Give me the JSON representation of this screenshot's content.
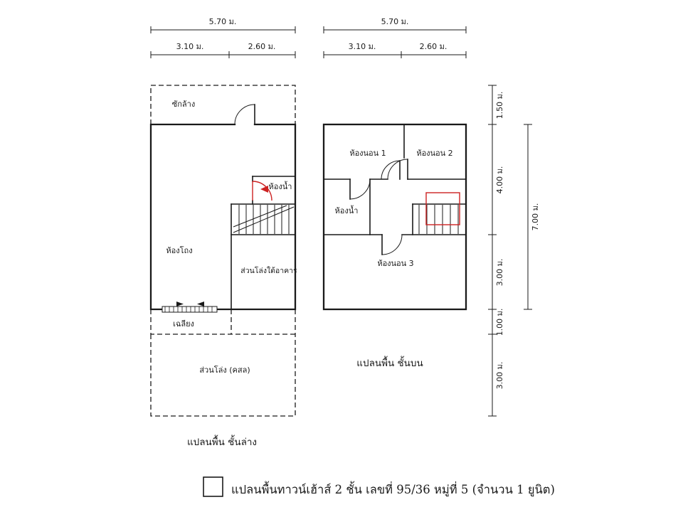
{
  "colors": {
    "line": "#1a1a1a",
    "accent": "#cc2222",
    "background": "#ffffff"
  },
  "caption": {
    "text": "แปลนพื้นทาวน์เฮ้าส์ 2 ชั้น  เลขที่ 95/36 หมู่ที่ 5  (จำนวน 1 ยูนิต)"
  },
  "ground_floor": {
    "title": "แปลนพื้น ชั้นล่าง",
    "dim_overall_top": "5.70 ม.",
    "dim_left": "3.10 ม.",
    "dim_right": "2.60 ม.",
    "rooms": {
      "laundry": "ซักล้าง",
      "bathroom": "ห้องน้ำ",
      "hall": "ห้องโถง",
      "open_under": "ส่วนโล่งใต้อาคาร",
      "porch": "เฉลียง",
      "open_slab": "ส่วนโล่ง (คสล)"
    }
  },
  "upper_floor": {
    "title": "แปลนพื้น ชั้นบน",
    "dim_overall_top": "5.70 ม.",
    "dim_left": "3.10 ม.",
    "dim_right": "2.60 ม.",
    "rooms": {
      "bedroom1": "ห้องนอน 1",
      "bedroom2": "ห้องนอน 2",
      "bathroom": "ห้องน้ำ",
      "bedroom3": "ห้องนอน 3"
    }
  },
  "right_dims": {
    "d_150": "1.50 ม.",
    "d_400": "4.00 ม.",
    "d_300a": "3.00 ม.",
    "d_100": "1.00 ม.",
    "d_300b": "3.00 ม.",
    "overall": "7.00 ม."
  }
}
